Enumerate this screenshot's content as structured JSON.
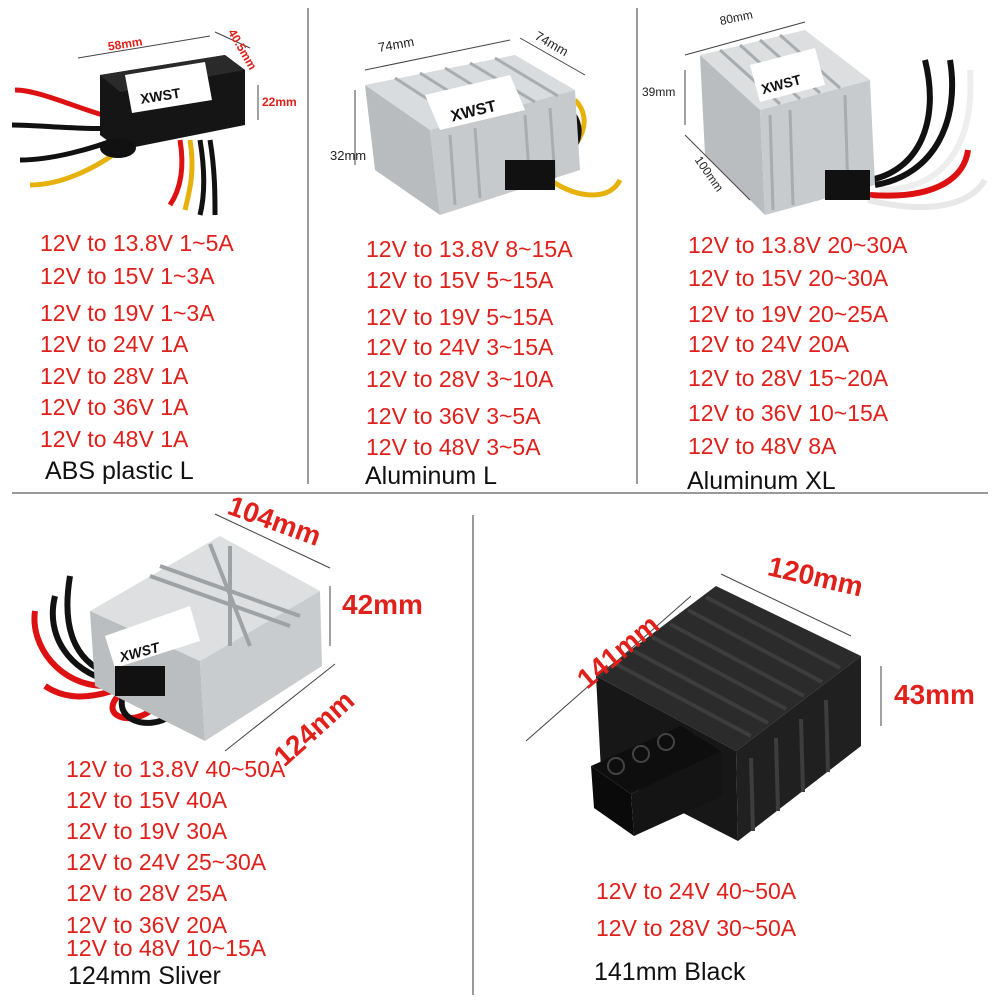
{
  "brand": "XWST",
  "colors": {
    "spec_text": "#e0201b",
    "dimension_text": "#e0201b",
    "caption_text": "#111111",
    "divider": "#9a9a9a",
    "aluminum": "#c9cccf",
    "black_case": "#1c1c1c"
  },
  "products": [
    {
      "caption": "ABS plastic L",
      "dims": {
        "length": "58mm",
        "width": "40.5mm",
        "height": "22mm"
      },
      "specs": [
        "12V to 13.8V 1~5A",
        "12V to 15V 1~3A",
        "12V to 19V 1~3A",
        "12V to 24V 1A",
        "12V to 28V 1A",
        "12V to 36V 1A",
        "12V to 48V 1A"
      ]
    },
    {
      "caption": "Aluminum L",
      "dims": {
        "length": "74mm",
        "width": "74mm",
        "height": "32mm"
      },
      "specs": [
        "12V to 13.8V 8~15A",
        "12V to 15V 5~15A",
        "12V to 19V 5~15A",
        "12V to 24V 3~15A",
        "12V to 28V 3~10A",
        "12V to 36V 3~5A",
        "12V to 48V 3~5A"
      ]
    },
    {
      "caption": "Aluminum XL",
      "dims": {
        "length": "80mm",
        "width": "100mm",
        "height": "39mm"
      },
      "specs": [
        "12V to 13.8V 20~30A",
        "12V to 15V 20~30A",
        "12V to 19V 20~25A",
        "12V to 24V 20A",
        "12V to 28V 15~20A",
        "12V to 36V 10~15A",
        "12V to 48V 8A"
      ]
    },
    {
      "caption": "124mm Sliver",
      "dims": {
        "length": "104mm",
        "width": "124mm",
        "height": "42mm"
      },
      "specs": [
        "12V to 13.8V 40~50A",
        "12V to 15V 40A",
        "12V to 19V 30A",
        "12V to 24V 25~30A",
        "12V to 28V 25A",
        "12V to 36V 20A",
        "12V to 48V 10~15A"
      ]
    },
    {
      "caption": "141mm Black",
      "dims": {
        "length": "120mm",
        "width": "141mm",
        "height": "43mm"
      },
      "specs": [
        "12V to 24V 40~50A",
        "12V to 28V 30~50A"
      ]
    }
  ]
}
